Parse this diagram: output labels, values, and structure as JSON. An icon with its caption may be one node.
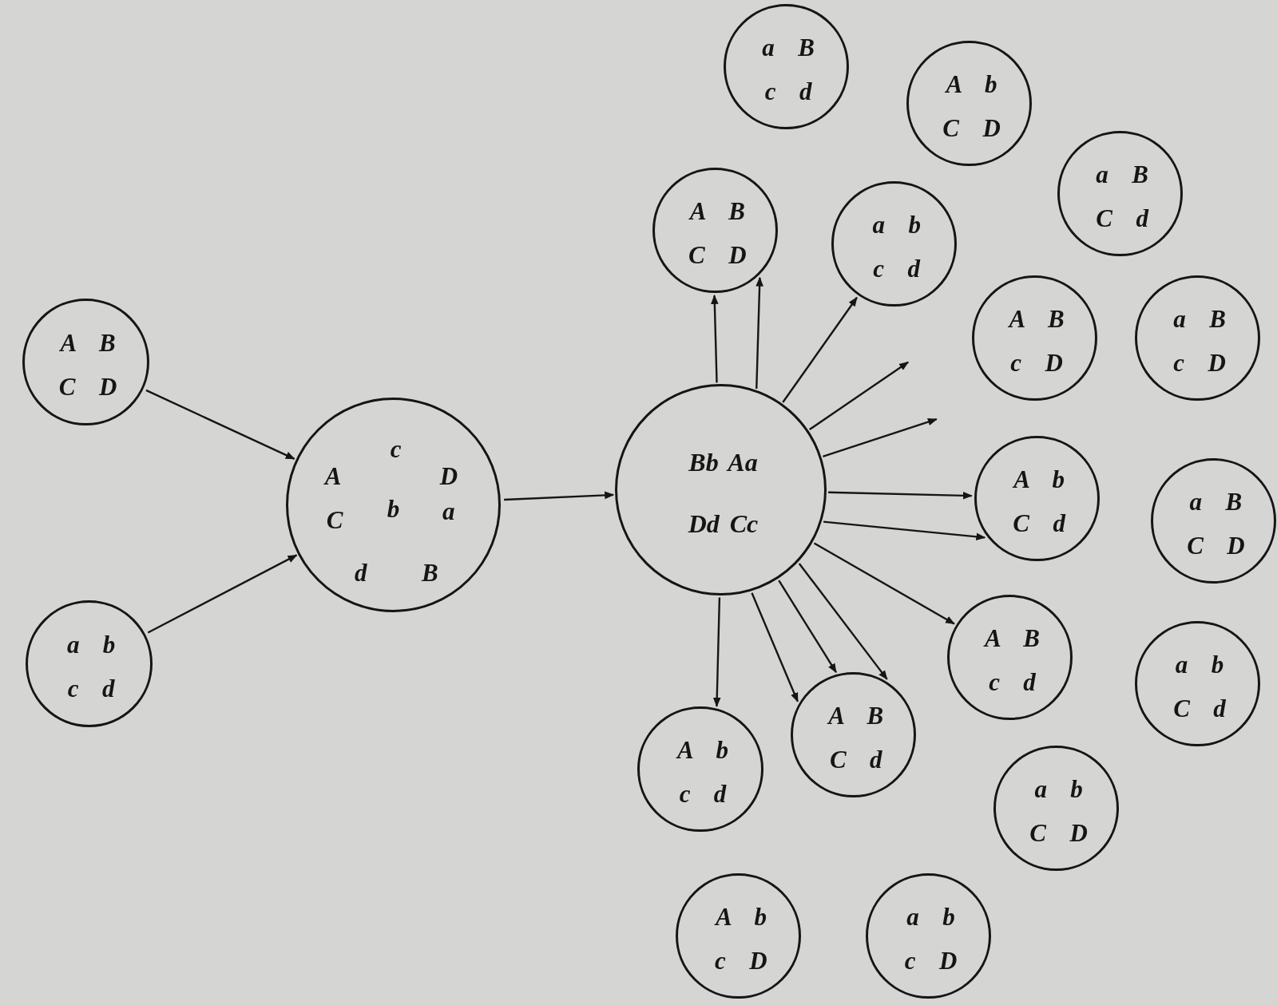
{
  "diagram": {
    "nodes": [
      {
        "text": [
          "A B",
          "C D"
        ]
      },
      {
        "text": [
          "a b",
          "c d"
        ]
      },
      {
        "text": [
          "c",
          "A",
          "D",
          "C",
          "b",
          "a",
          "d",
          "B"
        ]
      },
      {
        "text": [
          "Bb Aa",
          "Dd Cc"
        ]
      },
      {
        "text": [
          "a B",
          "c d"
        ]
      },
      {
        "text": [
          "A b",
          "C D"
        ]
      },
      {
        "text": [
          "a B",
          "C d"
        ]
      },
      {
        "text": [
          "A B",
          "C D"
        ]
      },
      {
        "text": [
          "a b",
          "c d"
        ]
      },
      {
        "text": [
          "A B",
          "c D"
        ]
      },
      {
        "text": [
          "a B",
          "c D"
        ]
      },
      {
        "text": [
          "A b",
          "C d"
        ]
      },
      {
        "text": [
          "a B",
          "C D"
        ]
      },
      {
        "text": [
          "A B",
          "c d"
        ]
      },
      {
        "text": [
          "a b",
          "C d"
        ]
      },
      {
        "text": [
          "A B",
          "C d"
        ]
      },
      {
        "text": [
          "A b",
          "c d"
        ]
      },
      {
        "text": [
          "a b",
          "C D"
        ]
      },
      {
        "text": [
          "A b",
          "c D"
        ]
      },
      {
        "text": [
          "a b",
          "c D"
        ]
      }
    ],
    "edges": [
      {
        "from": 0,
        "to": 2,
        "arrow": "to"
      },
      {
        "from": 1,
        "to": 2,
        "arrow": "to"
      },
      {
        "from": 2,
        "to": 3,
        "arrow": "to"
      },
      {
        "from": 3,
        "to": 7,
        "arrow": "to"
      },
      {
        "from": 3,
        "to": 7,
        "arrow": "to"
      },
      {
        "from": 3,
        "to": 8,
        "arrow": "to"
      },
      {
        "from": 3,
        "to": null,
        "arrow": "to"
      },
      {
        "from": 3,
        "to": null,
        "arrow": "to"
      },
      {
        "from": 3,
        "to": 11,
        "arrow": "to"
      },
      {
        "from": 3,
        "to": 11,
        "arrow": "to"
      },
      {
        "from": 3,
        "to": 13,
        "arrow": "to"
      },
      {
        "from": 3,
        "to": 15,
        "arrow": "to"
      },
      {
        "from": 3,
        "to": 15,
        "arrow": "to"
      },
      {
        "from": 3,
        "to": 15,
        "arrow": "to"
      },
      {
        "from": 3,
        "to": 16,
        "arrow": "to"
      }
    ]
  }
}
